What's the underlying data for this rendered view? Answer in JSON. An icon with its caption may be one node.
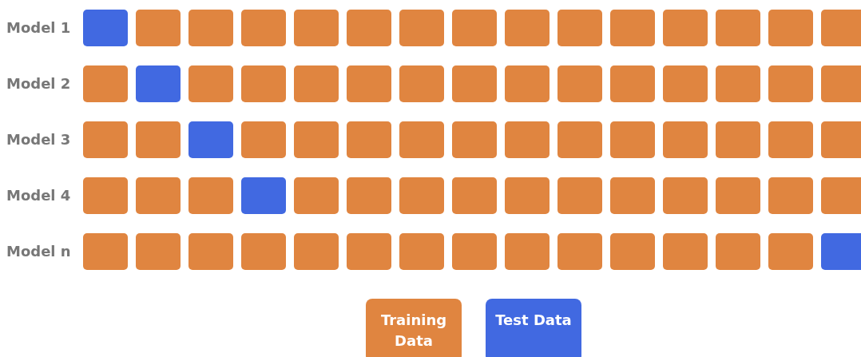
{
  "diagram": {
    "labels": [
      "Model 1",
      "Model 2",
      "Model 3",
      "Model 4",
      "Model n"
    ],
    "legend": [
      {
        "text": "Training Data",
        "color": "#e08540"
      },
      {
        "text": "Test Data",
        "color": "#4169e1"
      }
    ]
  }
}
